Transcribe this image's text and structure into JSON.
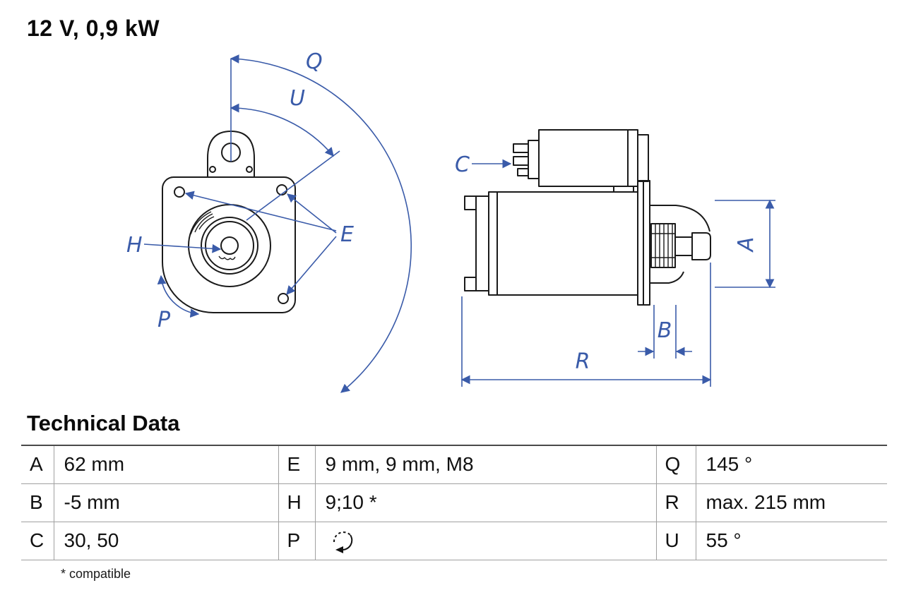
{
  "title": "12 V, 0,9 kW",
  "diagram": {
    "front_view": {
      "labels": {
        "Q": "Q",
        "U": "U",
        "E": "E",
        "H": "H",
        "P": "P"
      }
    },
    "side_view": {
      "labels": {
        "C": "C",
        "A": "A",
        "B": "B",
        "R": "R"
      }
    }
  },
  "technical_data": {
    "heading": "Technical Data",
    "rows": [
      {
        "c1": {
          "key": "A",
          "value": "62 mm"
        },
        "c2": {
          "key": "E",
          "value": "9 mm, 9 mm, M8"
        },
        "c3": {
          "key": "Q",
          "value": "145 °"
        }
      },
      {
        "c1": {
          "key": "B",
          "value": "-5 mm"
        },
        "c2": {
          "key": "H",
          "value": "9;10 *"
        },
        "c3": {
          "key": "R",
          "value": "max. 215 mm"
        }
      },
      {
        "c1": {
          "key": "C",
          "value": "30, 50"
        },
        "c2": {
          "key": "P",
          "value": "",
          "icon": "rotation-direction-icon"
        },
        "c3": {
          "key": "U",
          "value": "55 °"
        }
      }
    ],
    "footnote": "* compatible"
  },
  "colors": {
    "dimension_blue": "#3a5ba9",
    "part_line": "#1a1a1a",
    "table_border": "#a0a0a0"
  }
}
